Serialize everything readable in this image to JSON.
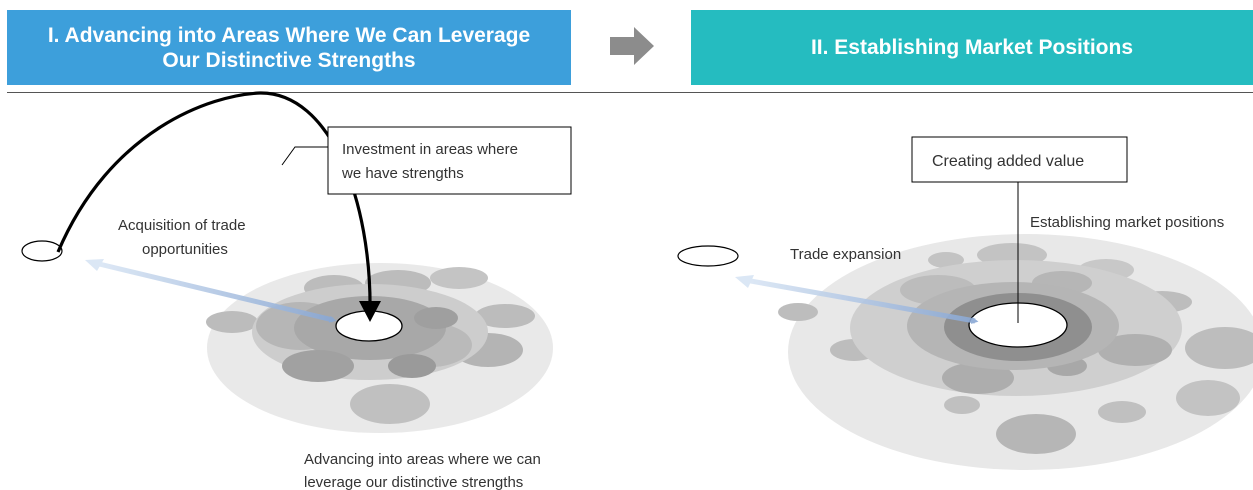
{
  "stage1": {
    "title_line1": "I. Advancing into Areas Where We Can Leverage",
    "title_line2": "Our Distinctive Strengths",
    "color": "#3d9fdb",
    "callout_line1": "Investment in areas where",
    "callout_line2": "we have strengths",
    "acquisition_line1": "Acquisition of trade",
    "acquisition_line2": "opportunities",
    "advancing_line1": "Advancing into areas where we can",
    "advancing_line2": "leverage our distinctive strengths"
  },
  "stage2": {
    "title": "II. Establishing Market Positions",
    "color": "#25bcc0",
    "callout": "Creating added value",
    "trade_expansion": "Trade expansion",
    "market_positions": "Establishing market positions"
  },
  "transition_arrow_icon": "right-arrow-icon",
  "arrow_color": "#a9c4e4"
}
